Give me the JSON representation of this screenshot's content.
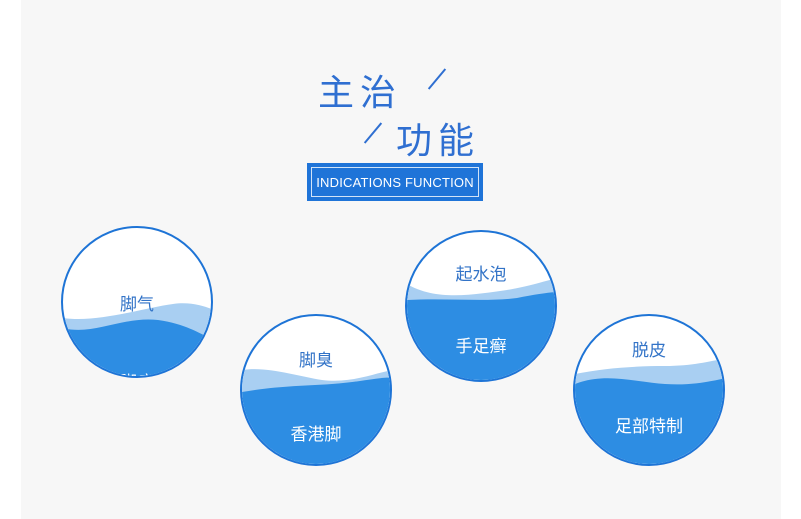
{
  "title": {
    "line1": "主治",
    "line2": "功能",
    "subtitle": "INDICATIONS FUNCTION"
  },
  "circles": [
    {
      "top": "脚气",
      "bottom": "脚痒"
    },
    {
      "top": "脚臭",
      "bottom": "香港脚"
    },
    {
      "top": "起水泡",
      "bottom": "手足癣"
    },
    {
      "top": "脱皮",
      "bottom": "足部特制"
    }
  ],
  "colors": {
    "accent": "#1f74d8",
    "water": "#2d8de3",
    "water_light": "#a9cff2"
  }
}
